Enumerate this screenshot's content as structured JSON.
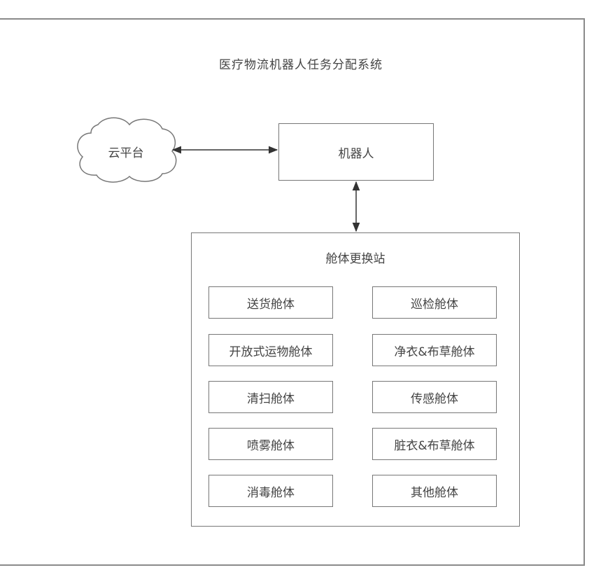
{
  "title": "医疗物流机器人任务分配系统",
  "cloud": {
    "label": "云平台"
  },
  "robot": {
    "label": "机器人"
  },
  "station": {
    "label": "舱体更换站",
    "cabins_left": [
      "送货舱体",
      "开放式运物舱体",
      "清扫舱体",
      "喷雾舱体",
      "消毒舱体"
    ],
    "cabins_right": [
      "巡检舱体",
      "净衣&布草舱体",
      "传感舱体",
      "脏衣&布草舱体",
      "其他舱体"
    ]
  }
}
